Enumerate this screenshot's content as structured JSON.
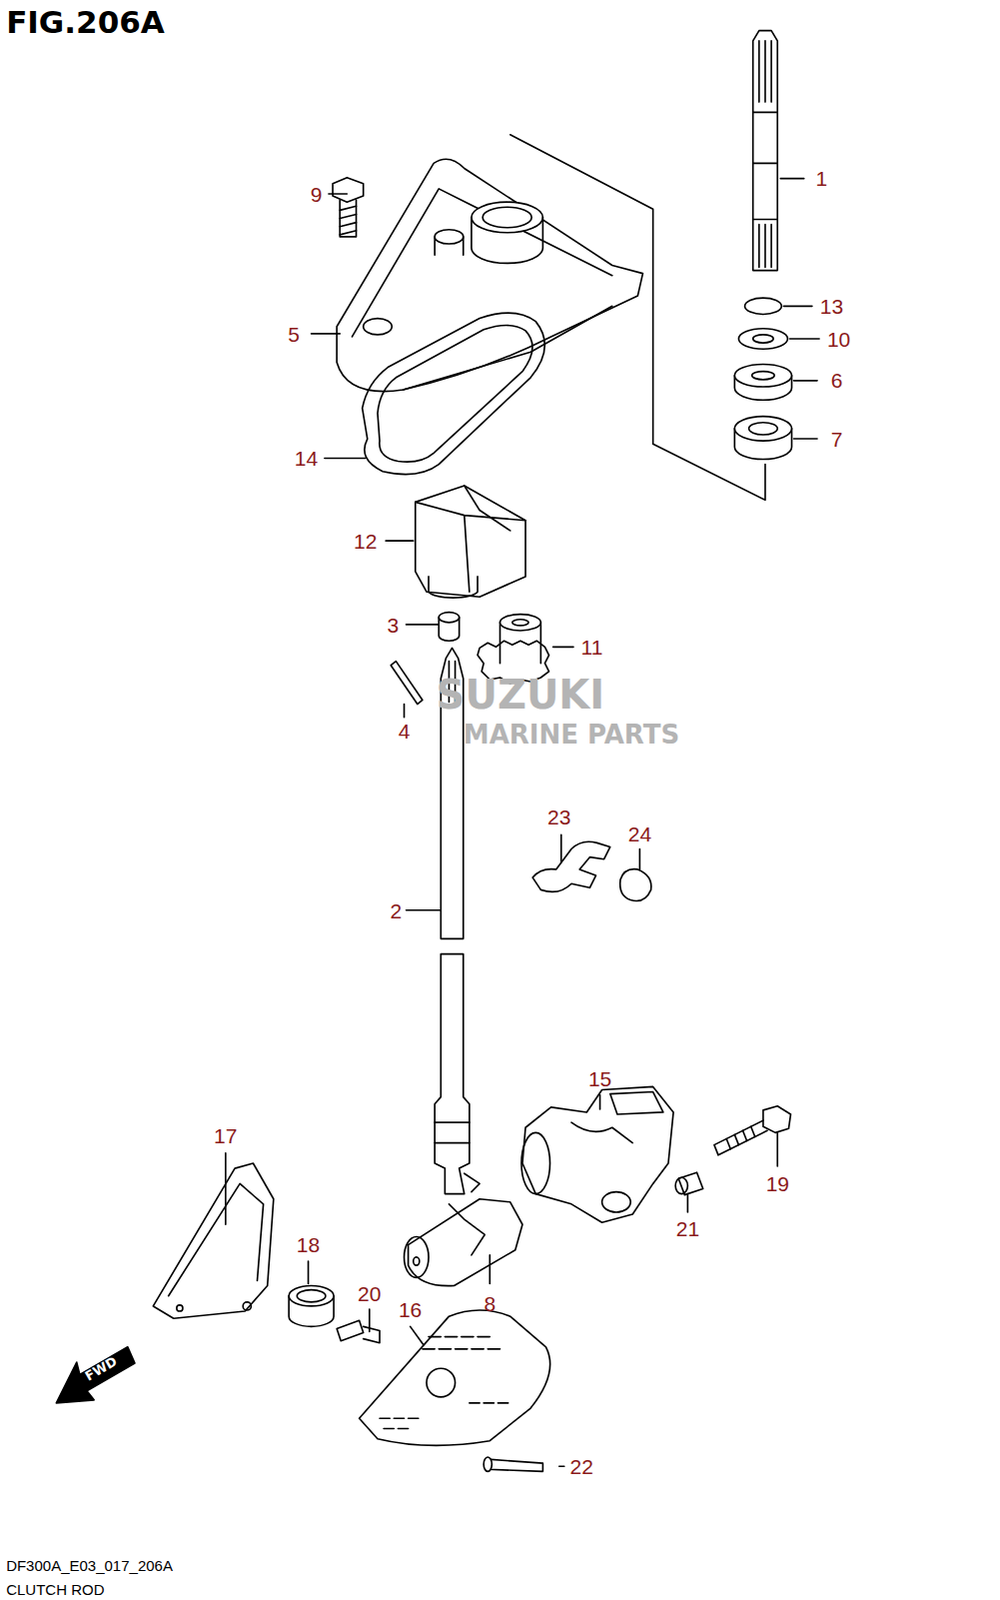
{
  "diagram": {
    "title": "FIG.206A",
    "caption": "CLUTCH ROD",
    "labels": [
      "1",
      "13",
      "10",
      "6",
      "7",
      "9",
      "5",
      "14",
      "12",
      "3",
      "11",
      "4",
      "23",
      "24",
      "2",
      "15",
      "17",
      "19",
      "18",
      "21",
      "20",
      "8",
      "16",
      "22",
      "SUZUKI",
      "MARINE PARTS",
      "FWD",
      "DF300A_E03_017_206A"
    ]
  }
}
